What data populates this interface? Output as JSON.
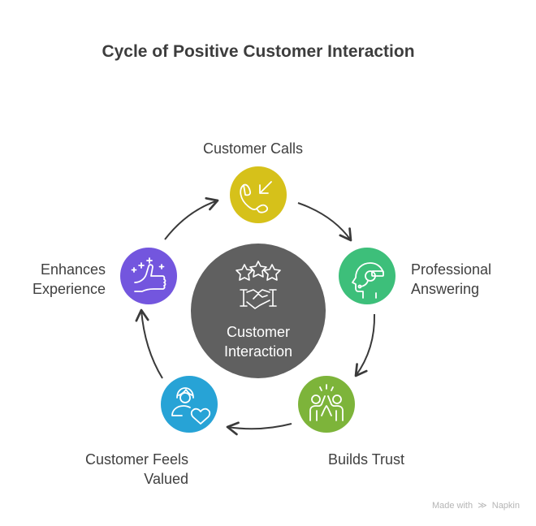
{
  "title": "Cycle of Positive Customer Interaction",
  "center": {
    "label_line1": "Customer",
    "label_line2": "Interaction",
    "icon": "stars-handshake-icon",
    "color": "#606060"
  },
  "steps": [
    {
      "label_line1": "Customer Calls",
      "label_line2": "",
      "icon": "incoming-call-icon",
      "color": "#d6c11a"
    },
    {
      "label_line1": "Professional",
      "label_line2": "Answering",
      "icon": "headset-agent-icon",
      "color": "#3dbf7a"
    },
    {
      "label_line1": "Builds Trust",
      "label_line2": "",
      "icon": "high-five-icon",
      "color": "#7db43a"
    },
    {
      "label_line1": "Customer Feels",
      "label_line2": "Valued",
      "icon": "user-heart-icon",
      "color": "#27a3d6"
    },
    {
      "label_line1": "Enhances",
      "label_line2": "Experience",
      "icon": "thumbs-up-sparkle-icon",
      "color": "#7356de"
    }
  ],
  "arrow_color": "#3a3a3a",
  "footer": {
    "prefix": "Made with",
    "brand": "Napkin"
  }
}
